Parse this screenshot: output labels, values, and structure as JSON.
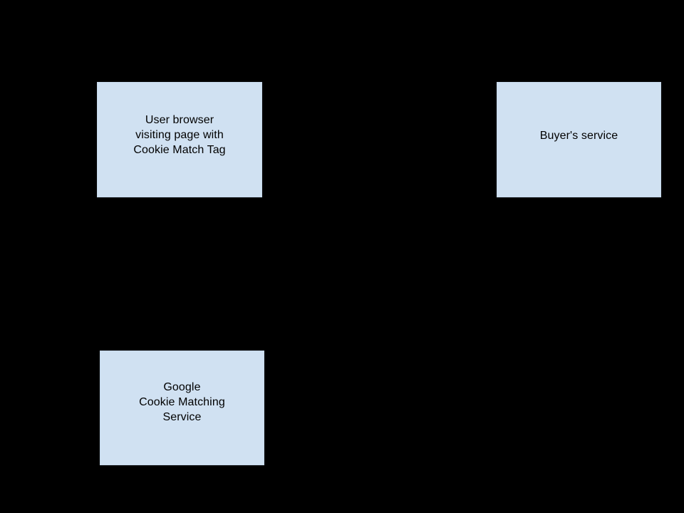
{
  "diagram": {
    "background_color": "#000000",
    "node_fill_color": "#d0e1f2",
    "node_border_color": "#c4d7ea",
    "node_text_color": "#000000",
    "nodes": [
      {
        "id": "user-browser",
        "label": "User browser\nvisiting page with\nCookie Match Tag",
        "lines": [
          "User browser",
          "visiting page with",
          "Cookie Match Tag"
        ]
      },
      {
        "id": "buyers-service",
        "label": "Buyer's service",
        "lines": [
          "Buyer's service"
        ]
      },
      {
        "id": "google-cookie-matching-service",
        "label": "Google\nCookie Matching\nService",
        "lines": [
          "Google",
          "Cookie Matching",
          "Service"
        ]
      }
    ]
  }
}
